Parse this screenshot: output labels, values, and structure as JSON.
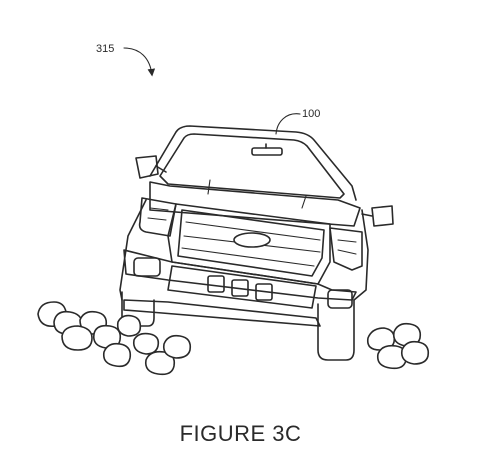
{
  "figure": {
    "ref_view": "315",
    "ref_vehicle": "100",
    "caption": "FIGURE 3C"
  }
}
